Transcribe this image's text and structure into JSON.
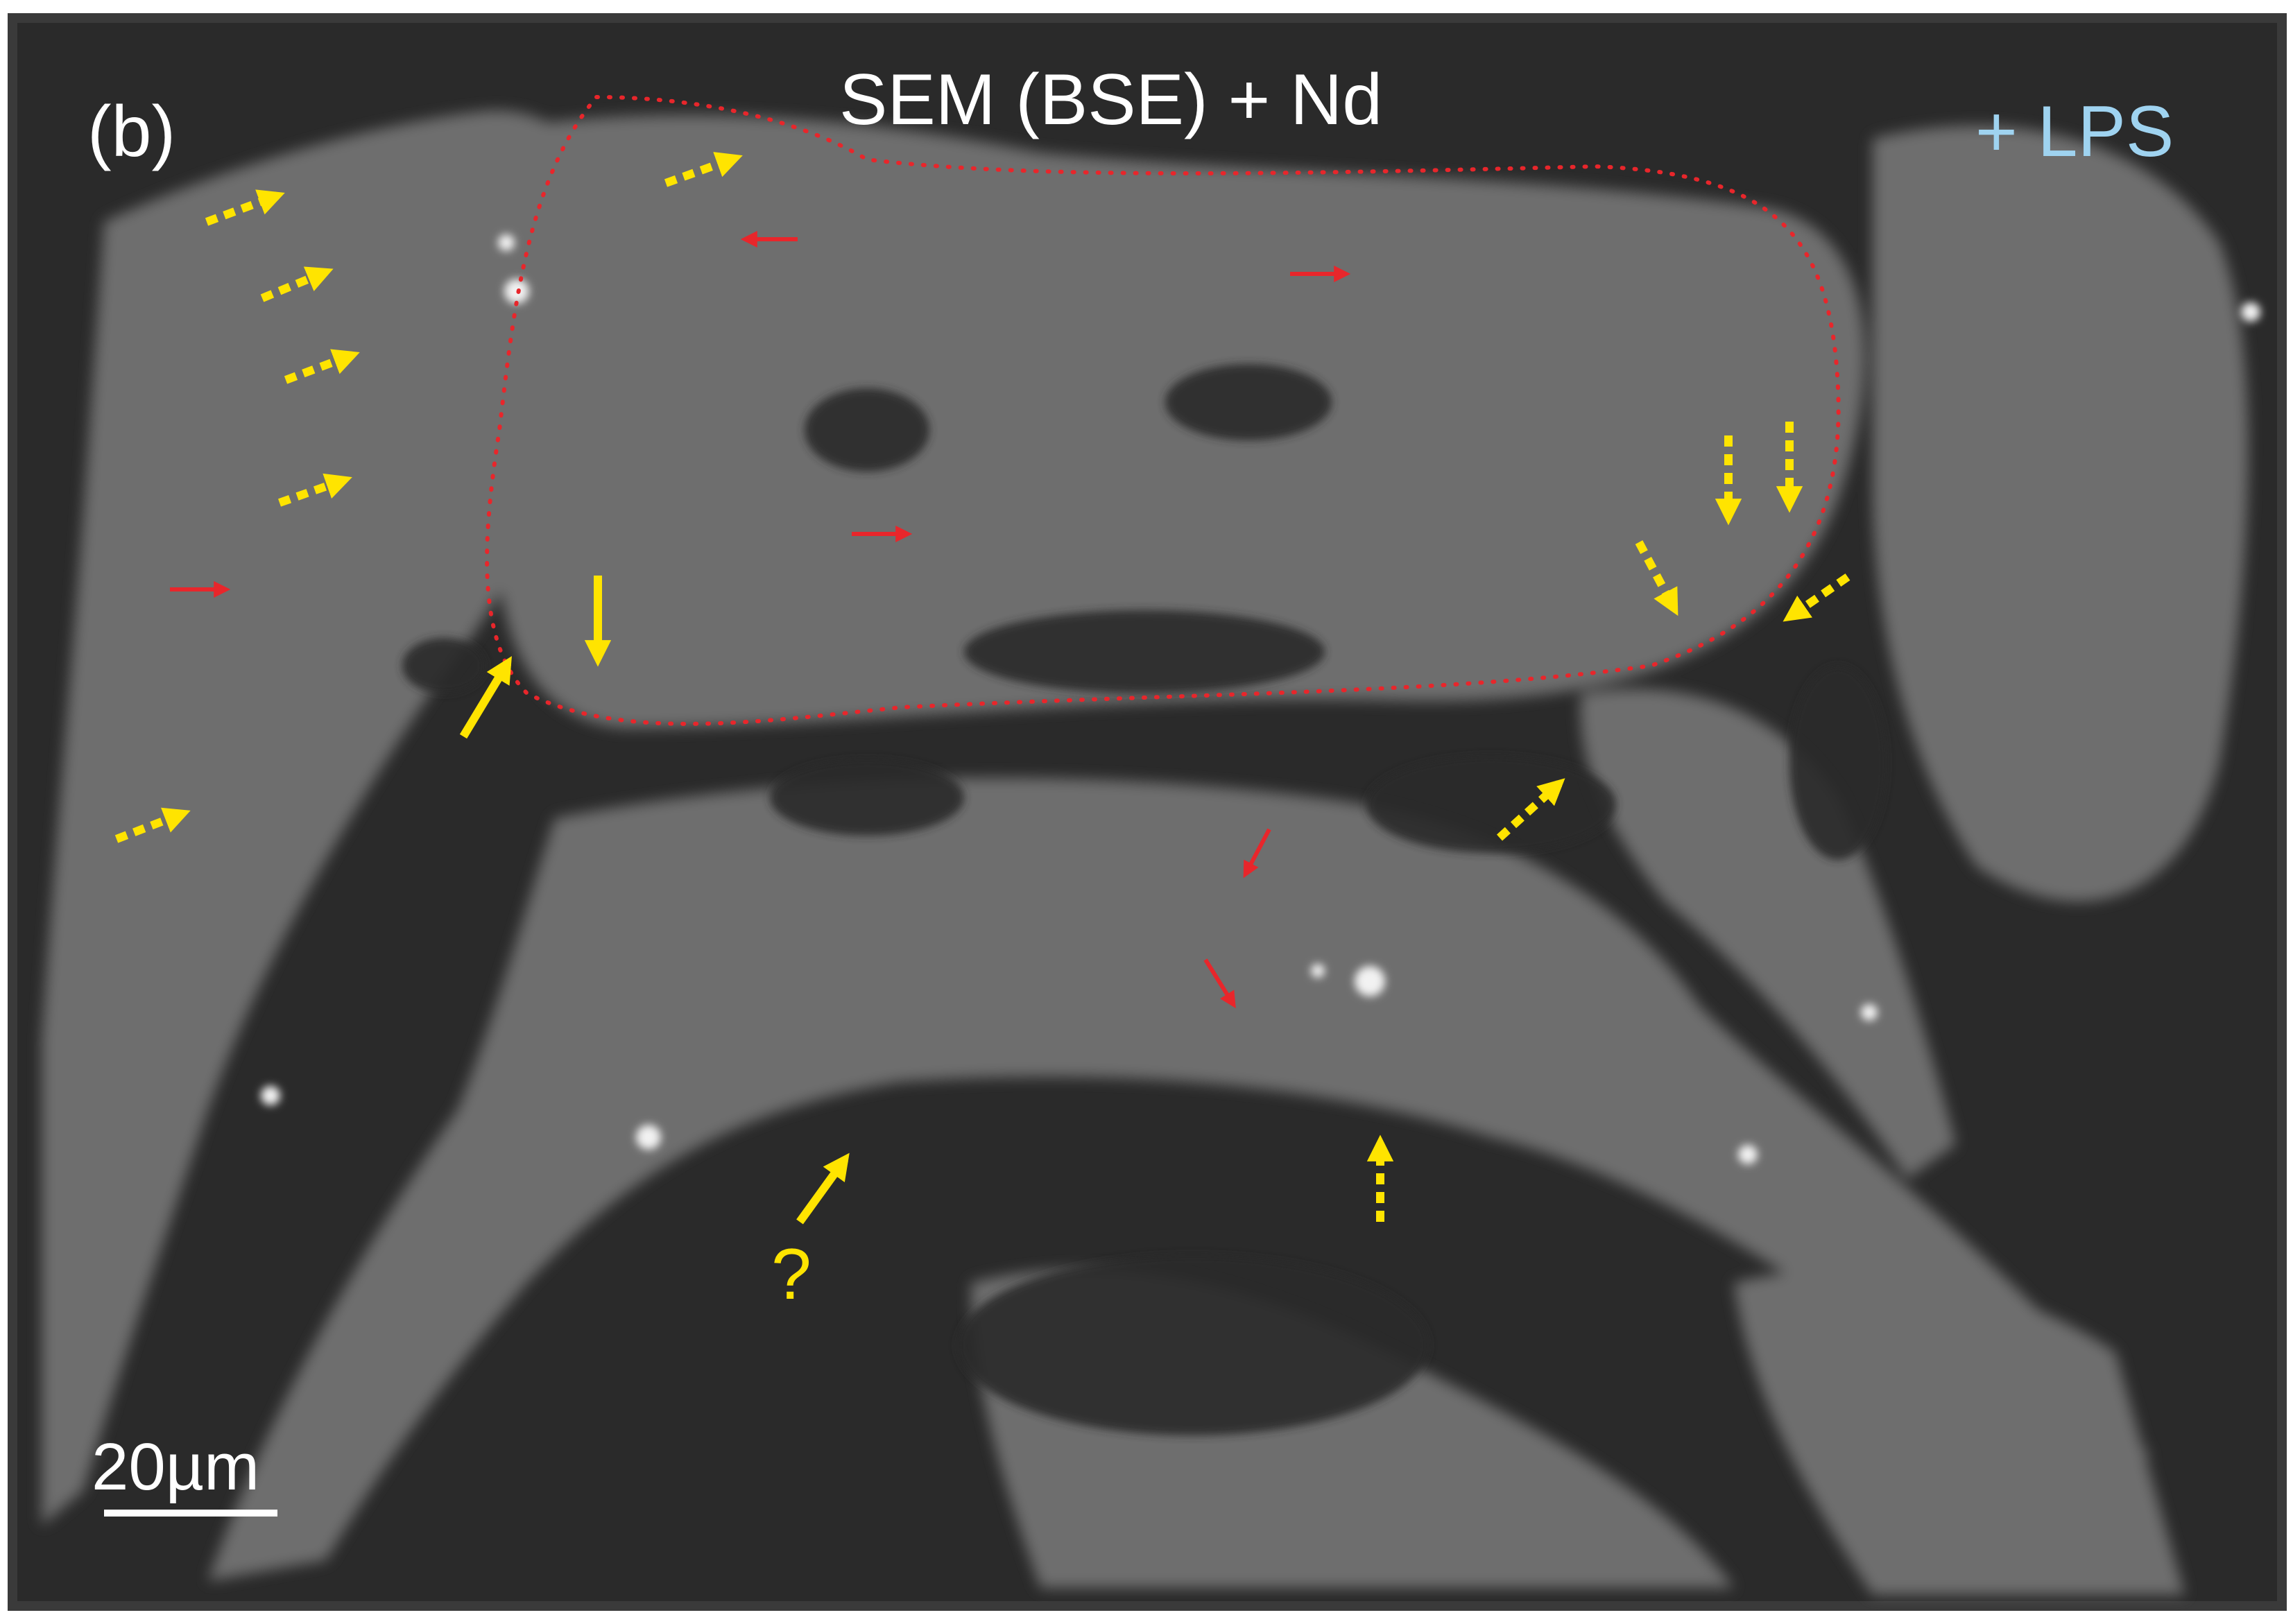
{
  "figure": {
    "panel_label": "(b)",
    "title": "SEM (BSE) + Nd",
    "condition": "+ LPS",
    "scale_bar_label": "20µm",
    "question_mark": "?"
  },
  "colors": {
    "background": "#2a2a2a",
    "frame": "#3a3a3a",
    "cell": "#8a8a8a",
    "annotation_yellow": "#ffe400",
    "annotation_red": "#e8262b",
    "condition_text": "#9fd3f0",
    "text": "#ffffff"
  }
}
